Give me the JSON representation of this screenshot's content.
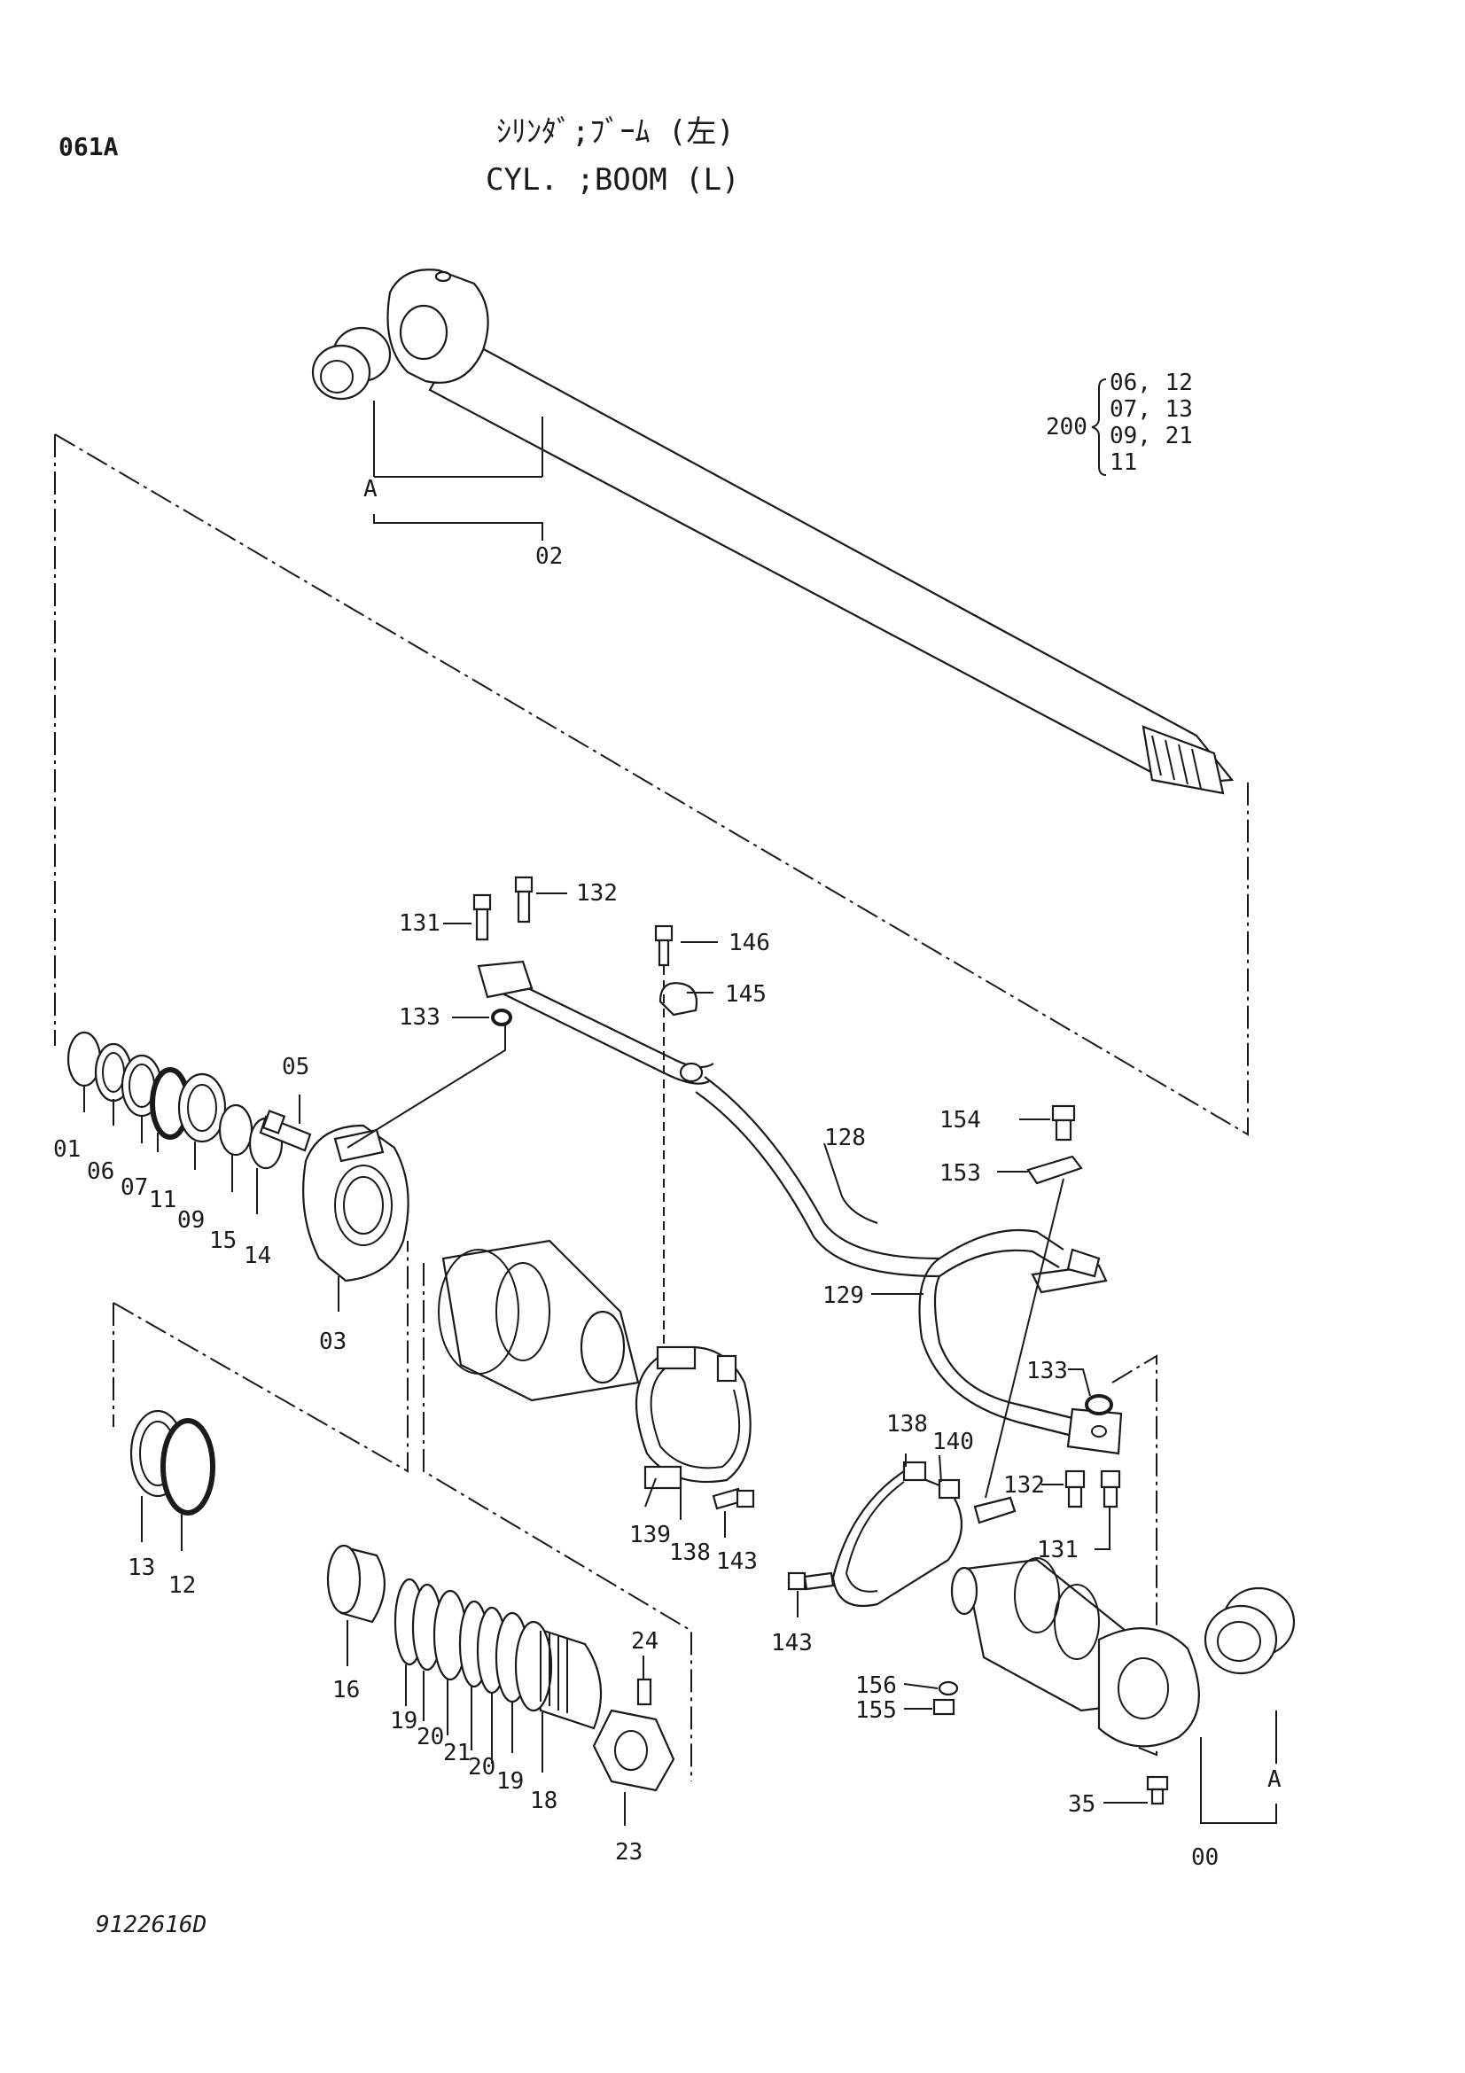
{
  "header": {
    "page_code": "061A",
    "title_jp": "ｼﾘﾝﾀﾞ;ﾌﾞｰﾑ (左)",
    "title_en": "CYL. ;BOOM (L)"
  },
  "kit": {
    "number": "200",
    "rows": [
      "06, 12",
      "07, 13",
      "09, 21",
      "11"
    ]
  },
  "callouts": {
    "c02": "02",
    "cA1": "A",
    "cA2": "A",
    "c01": "01",
    "c06": "06",
    "c07": "07",
    "c11": "11",
    "c09": "09",
    "c15": "15",
    "c14": "14",
    "c05": "05",
    "c03": "03",
    "c131a": "131",
    "c132a": "132",
    "c133a": "133",
    "c146": "146",
    "c145": "145",
    "c128": "128",
    "c129": "129",
    "c154": "154",
    "c153": "153",
    "c133b": "133",
    "c132b": "132",
    "c131b": "131",
    "c138a": "138",
    "c140": "140",
    "c139": "139",
    "c138b": "138",
    "c143a": "143",
    "c143b": "143",
    "c13": "13",
    "c12": "12",
    "c16": "16",
    "c19a": "19",
    "c20a": "20",
    "c21": "21",
    "c20b": "20",
    "c19b": "19",
    "c18": "18",
    "c24": "24",
    "c23": "23",
    "c156": "156",
    "c155": "155",
    "c35": "35",
    "c00": "00"
  },
  "footer": {
    "drawing_no": "9122616D"
  }
}
